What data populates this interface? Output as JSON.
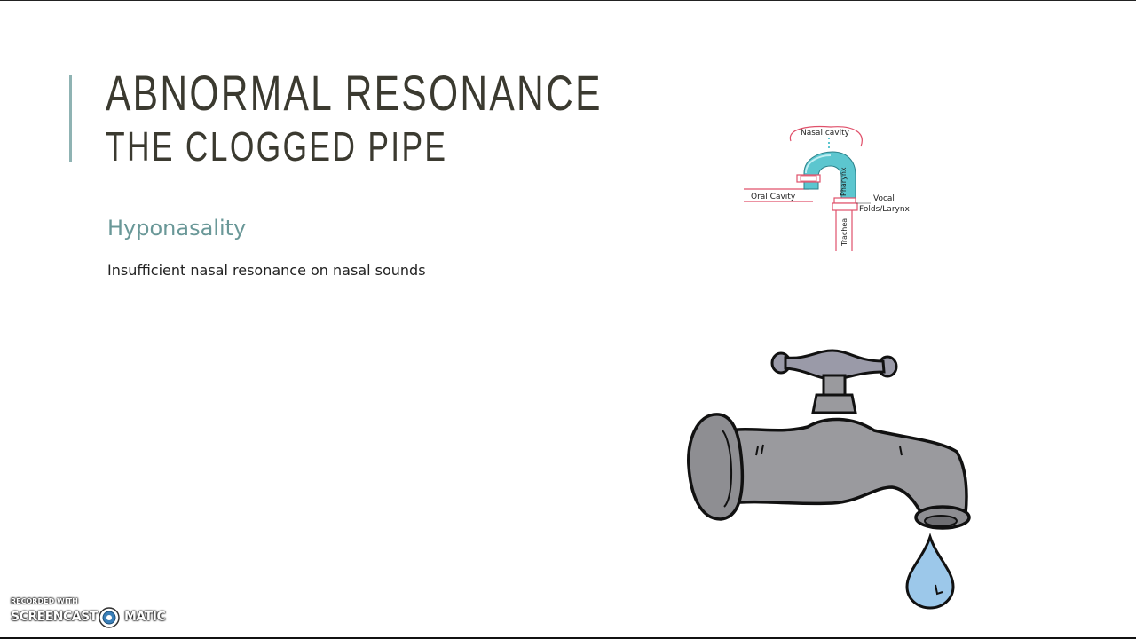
{
  "slide": {
    "title_line_1": "ABNORMAL RESONANCE",
    "title_line_2": "THE CLOGGED PIPE",
    "subheading": "Hyponasality",
    "body": "Insufficient nasal resonance on nasal sounds"
  },
  "diagram": {
    "labels": {
      "nasal_cavity": "Nasal cavity",
      "oral_cavity": "Oral Cavity",
      "pharynx": "Pharynx",
      "vocal_1": "Vocal",
      "vocal_2": "Folds/Larynx",
      "trachea": "Trachea"
    },
    "colors": {
      "pipe_fill": "#5cc6cf",
      "pipe_outline": "#e0506a"
    }
  },
  "watermark": {
    "top": "RECORDED WITH",
    "left": "SCREENCAST",
    "right": "MATIC"
  },
  "icons": {
    "faucet": "faucet-illustration",
    "water_drop": "water-drop-icon",
    "logo": "screencast-o-matic-logo-icon"
  },
  "colors": {
    "title": "#3b3a30",
    "subheading": "#6a9898",
    "accent_bar": "#8fb3b3",
    "faucet_fill": "#9a9a9e",
    "drop_fill": "#9cc8ea"
  }
}
